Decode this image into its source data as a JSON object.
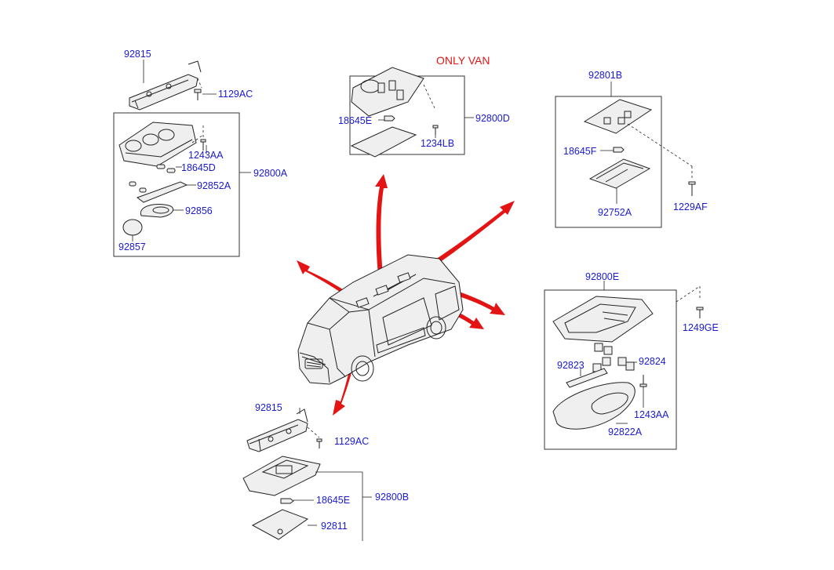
{
  "colors": {
    "label": "#1a1acc",
    "note": "#e41414",
    "arrow": "#e41414",
    "line": "#222222"
  },
  "note": "ONLY VAN",
  "labels": {
    "p92815_top": "92815",
    "p1129AC_top": "1129AC",
    "p92800A": "92800A",
    "p1243AA_left": "1243AA",
    "p18645D": "18645D",
    "p92852A": "92852A",
    "p92856": "92856",
    "p92857": "92857",
    "p18645E_top": "18645E",
    "p92800D": "92800D",
    "p1234LB": "1234LB",
    "p92801B": "92801B",
    "p18645F": "18645F",
    "p92752A": "92752A",
    "p1229AF": "1229AF",
    "p92800E": "92800E",
    "p1249GE": "1249GE",
    "p92823": "92823",
    "p92824": "92824",
    "p1243AA_right": "1243AA",
    "p92822A": "92822A",
    "p92815_bottom": "92815",
    "p1129AC_bottom": "1129AC",
    "p18645E_bottom": "18645E",
    "p92800B": "92800B",
    "p92811": "92811"
  },
  "icons": {
    "vehicle": "van-illustration",
    "arrows": "red-curved-arrow"
  }
}
